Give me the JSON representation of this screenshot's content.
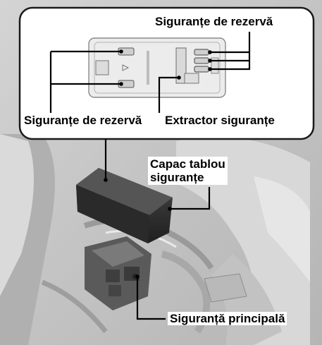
{
  "labels": {
    "spare_fuses_top": "Siguranțe de rezervă",
    "spare_fuses_bottom": "Siguranțe de rezervă",
    "fuse_puller": "Extractor siguranțe",
    "fuse_box_cover_line1": "Capac tablou",
    "fuse_box_cover_line2": "siguranțe",
    "main_fuse": "Siguranță principală"
  },
  "colors": {
    "background_photo": "#c9c9c9",
    "inset_fill": "#ffffff",
    "inset_border": "#1a1a1a",
    "fuse_box_fill": "#e8e8e8",
    "leader_line": "#000000"
  }
}
